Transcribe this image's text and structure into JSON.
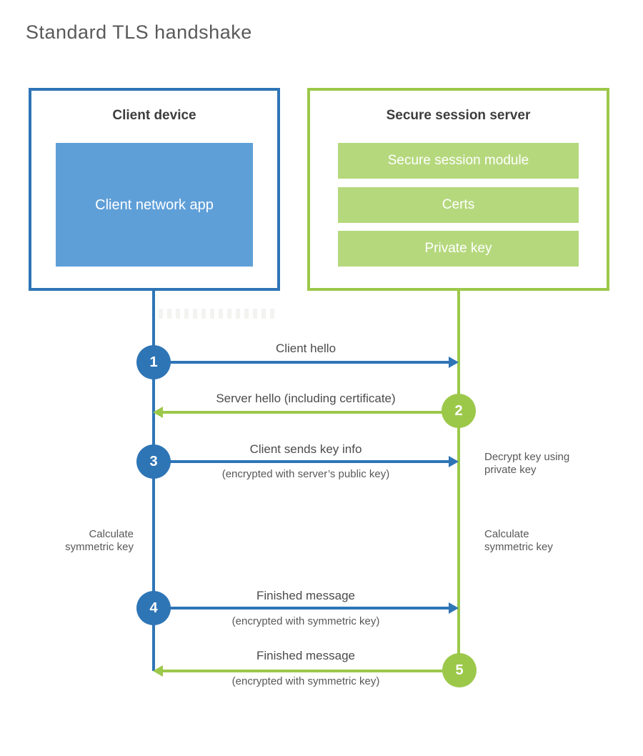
{
  "title": "Standard TLS handshake",
  "colors": {
    "blue": "#2e75b6",
    "blue_light": "#5f9fd8",
    "green": "#9cc84a",
    "green_light": "#b5d87d"
  },
  "client_box": {
    "title": "Client device",
    "app_label": "Client network app"
  },
  "server_box": {
    "title": "Secure session server",
    "modules": [
      "Secure session module",
      "Certs",
      "Private key"
    ]
  },
  "steps": [
    {
      "number": "1",
      "label": "Client hello",
      "sublabel": "",
      "direction": "right",
      "color": "blue"
    },
    {
      "number": "2",
      "label": "Server hello (including certificate)",
      "sublabel": "",
      "direction": "left",
      "color": "green"
    },
    {
      "number": "3",
      "label": "Client sends key info",
      "sublabel": "(encrypted with server’s public key)",
      "direction": "right",
      "color": "blue"
    },
    {
      "number": "4",
      "label": "Finished message",
      "sublabel": "(encrypted with symmetric key)",
      "direction": "right",
      "color": "blue"
    },
    {
      "number": "5",
      "label": "Finished message",
      "sublabel": "(encrypted with symmetric key)",
      "direction": "left",
      "color": "green"
    }
  ],
  "side_notes": {
    "decrypt_line1": "Decrypt key using",
    "decrypt_line2": "private key",
    "calc_left_line1": "Calculate",
    "calc_left_line2": "symmetric key",
    "calc_right_line1": "Calculate",
    "calc_right_line2": "symmetric key"
  }
}
